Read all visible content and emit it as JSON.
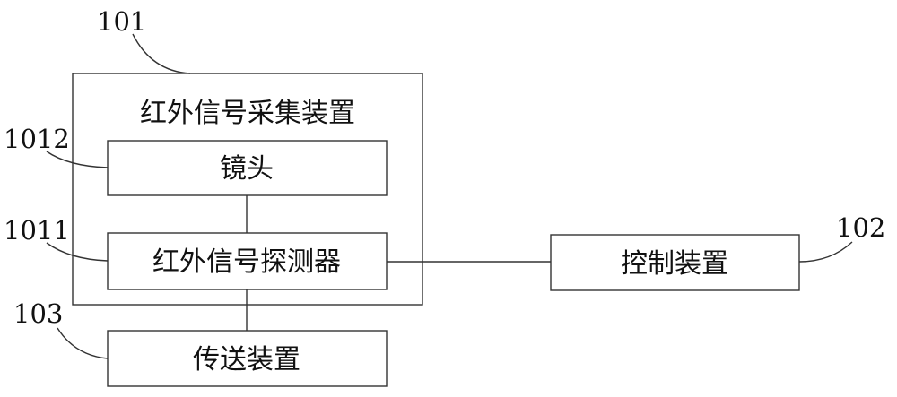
{
  "collector": {
    "ref": "101",
    "title": "红外信号采集装置",
    "lens": {
      "ref": "1012",
      "label": "镜头"
    },
    "detector": {
      "ref": "1011",
      "label": "红外信号探测器"
    }
  },
  "control": {
    "ref": "102",
    "label": "控制装置"
  },
  "transmit": {
    "ref": "103",
    "label": "传送装置"
  }
}
